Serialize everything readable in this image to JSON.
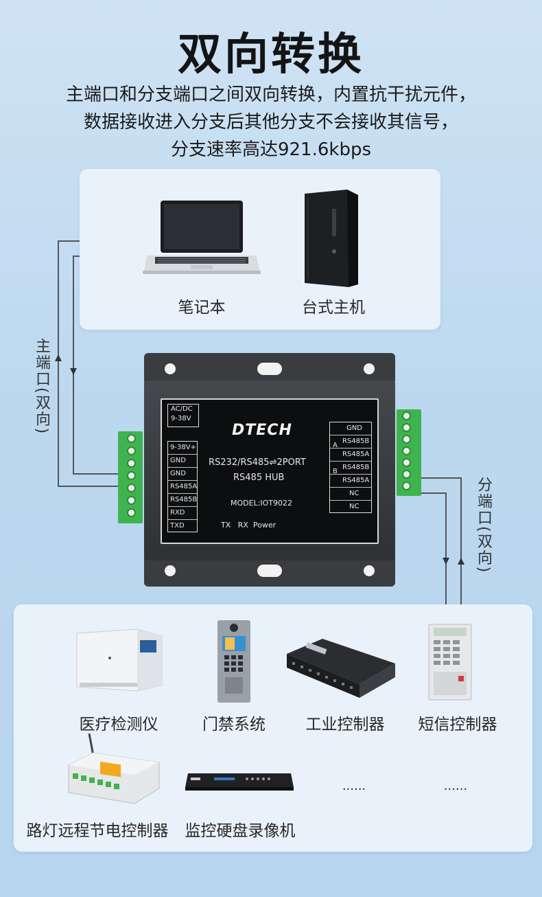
{
  "header": {
    "title": "双向转换",
    "line1": "主端口和分支端口之间双向转换，内置抗干扰元件，",
    "line2": "数据接收进入分支后其他分支不会接收其信号，",
    "line3": "分支速率高达921.6kbps"
  },
  "top_devices": [
    {
      "label": "笔记本",
      "icon": "laptop-icon"
    },
    {
      "label": "台式主机",
      "icon": "desktop-tower-icon"
    }
  ],
  "ports": {
    "main": "主端口(双向)",
    "branch": "分端口(双向)"
  },
  "hub": {
    "brand": "DTECH",
    "power_label_1": "AC/DC",
    "power_label_2": "9-38V",
    "model_line1": "RS232/RS485⇌2PORT",
    "model_line2": "RS485 HUB",
    "model": "MODEL:IOT9022",
    "leds": "TX   RX  Power",
    "left_pins": [
      "9-38V+",
      "GND",
      "GND",
      "RS485A",
      "RS485B",
      "RXD",
      "TXD"
    ],
    "right_pins": [
      "GND",
      "RS485B",
      "RS485A",
      "RS485B",
      "RS485A",
      "NC",
      "NC"
    ],
    "group_a": "A",
    "group_b": "B"
  },
  "bottom_devices": [
    {
      "label": "医疗检测仪",
      "icon": "medical-analyzer-icon"
    },
    {
      "label": "门禁系统",
      "icon": "door-access-panel-icon"
    },
    {
      "label": "工业控制器",
      "icon": "industrial-controller-icon"
    },
    {
      "label": "短信控制器",
      "icon": "sms-controller-icon"
    },
    {
      "label": "路灯远程节电控制器",
      "icon": "streetlight-controller-icon"
    },
    {
      "label": "监控硬盘录像机",
      "icon": "dvr-recorder-icon"
    },
    {
      "label": "......",
      "icon": "more-icon"
    },
    {
      "label": "......",
      "icon": "more-icon"
    }
  ],
  "colors": {
    "background": "#c3dcf0",
    "panel": "#e9f2fa",
    "terminal_green": "#3fb34f",
    "device_body": "#3a3c3f"
  }
}
